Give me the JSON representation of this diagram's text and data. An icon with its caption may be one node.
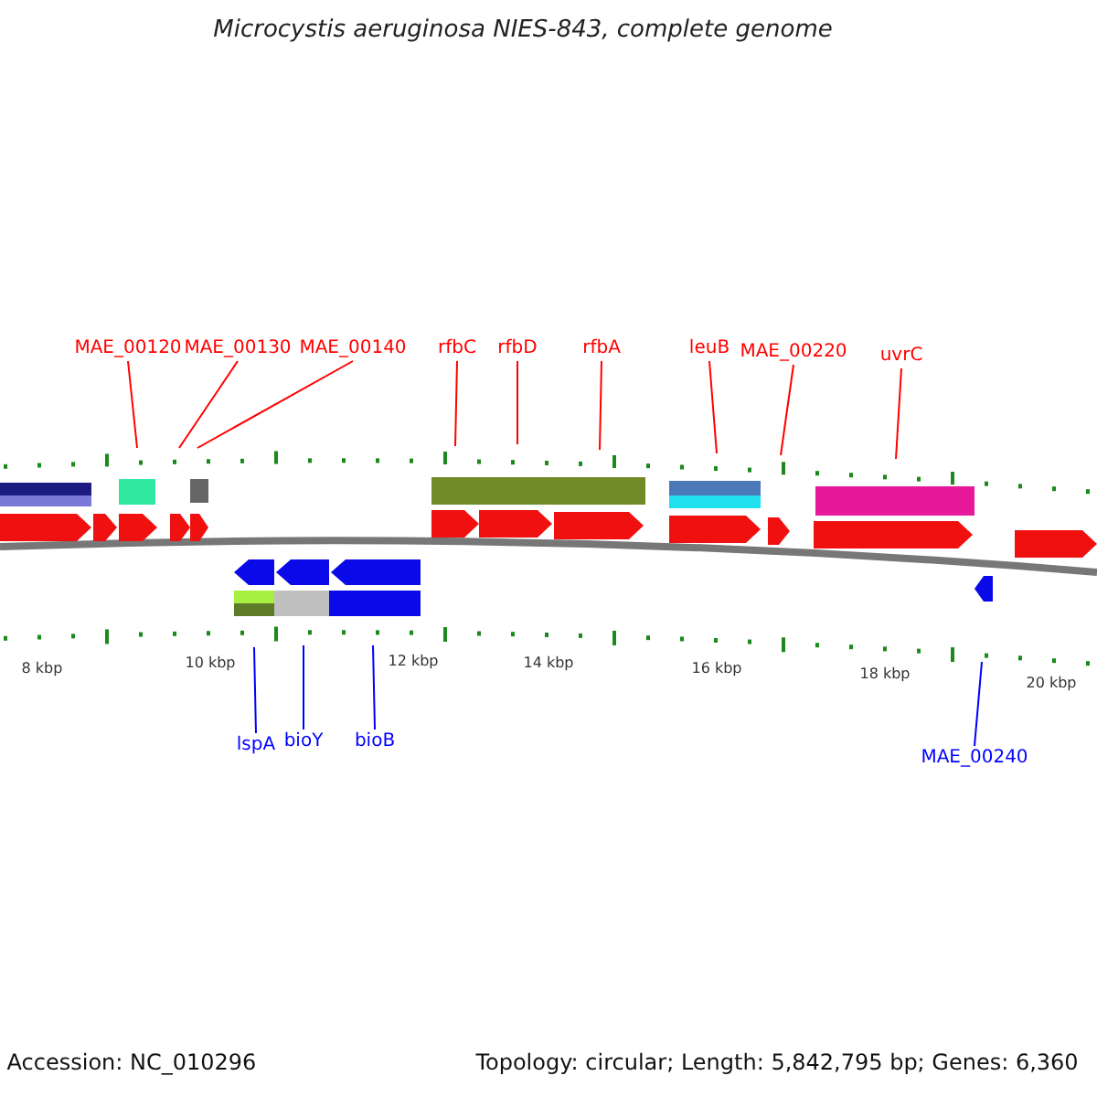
{
  "diagram": {
    "title": "Microcystis aeruginosa NIES-843, complete genome",
    "nodes": [
      {
        "text": [
          "MAE_00120"
        ]
      },
      {
        "text": [
          "MAE_00130"
        ]
      },
      {
        "text": [
          "MAE_00140"
        ]
      },
      {
        "text": [
          "rfbC"
        ]
      },
      {
        "text": [
          "rfbD"
        ]
      },
      {
        "text": [
          "rfbA"
        ]
      },
      {
        "text": [
          "leuB"
        ]
      },
      {
        "text": [
          "MAE_00220"
        ]
      },
      {
        "text": [
          "uvrC"
        ]
      },
      {
        "text": [
          "lspA"
        ]
      },
      {
        "text": [
          "bioY"
        ]
      },
      {
        "text": [
          "bioB"
        ]
      },
      {
        "text": [
          "MAE_00240"
        ]
      }
    ],
    "edges": [
      {
        "from": 0,
        "to": null,
        "arrow": "none"
      },
      {
        "from": 1,
        "to": null,
        "arrow": "none"
      },
      {
        "from": 2,
        "to": null,
        "arrow": "none"
      },
      {
        "from": 3,
        "to": null,
        "arrow": "none"
      },
      {
        "from": 4,
        "to": null,
        "arrow": "none"
      },
      {
        "from": 5,
        "to": null,
        "arrow": "none"
      },
      {
        "from": 6,
        "to": null,
        "arrow": "none"
      },
      {
        "from": 7,
        "to": null,
        "arrow": "none"
      },
      {
        "from": 8,
        "to": null,
        "arrow": "none"
      },
      {
        "from": 9,
        "to": null,
        "arrow": "none",
        "color": "#0000ff"
      },
      {
        "from": 10,
        "to": null,
        "arrow": "none",
        "color": "#0000ff"
      },
      {
        "from": 11,
        "to": null,
        "arrow": "none",
        "color": "#0000ff"
      },
      {
        "from": 12,
        "to": null,
        "arrow": "none",
        "color": "#0000ff"
      }
    ],
    "labels": [
      "8 kbp",
      "10 kbp",
      "12 kbp",
      "14 kbp",
      "16 kbp",
      "18 kbp",
      "20 kbp",
      "Accession: NC_010296",
      "Topology: circular; Length: 5,842,795 bp; Genes: 6,360"
    ]
  }
}
